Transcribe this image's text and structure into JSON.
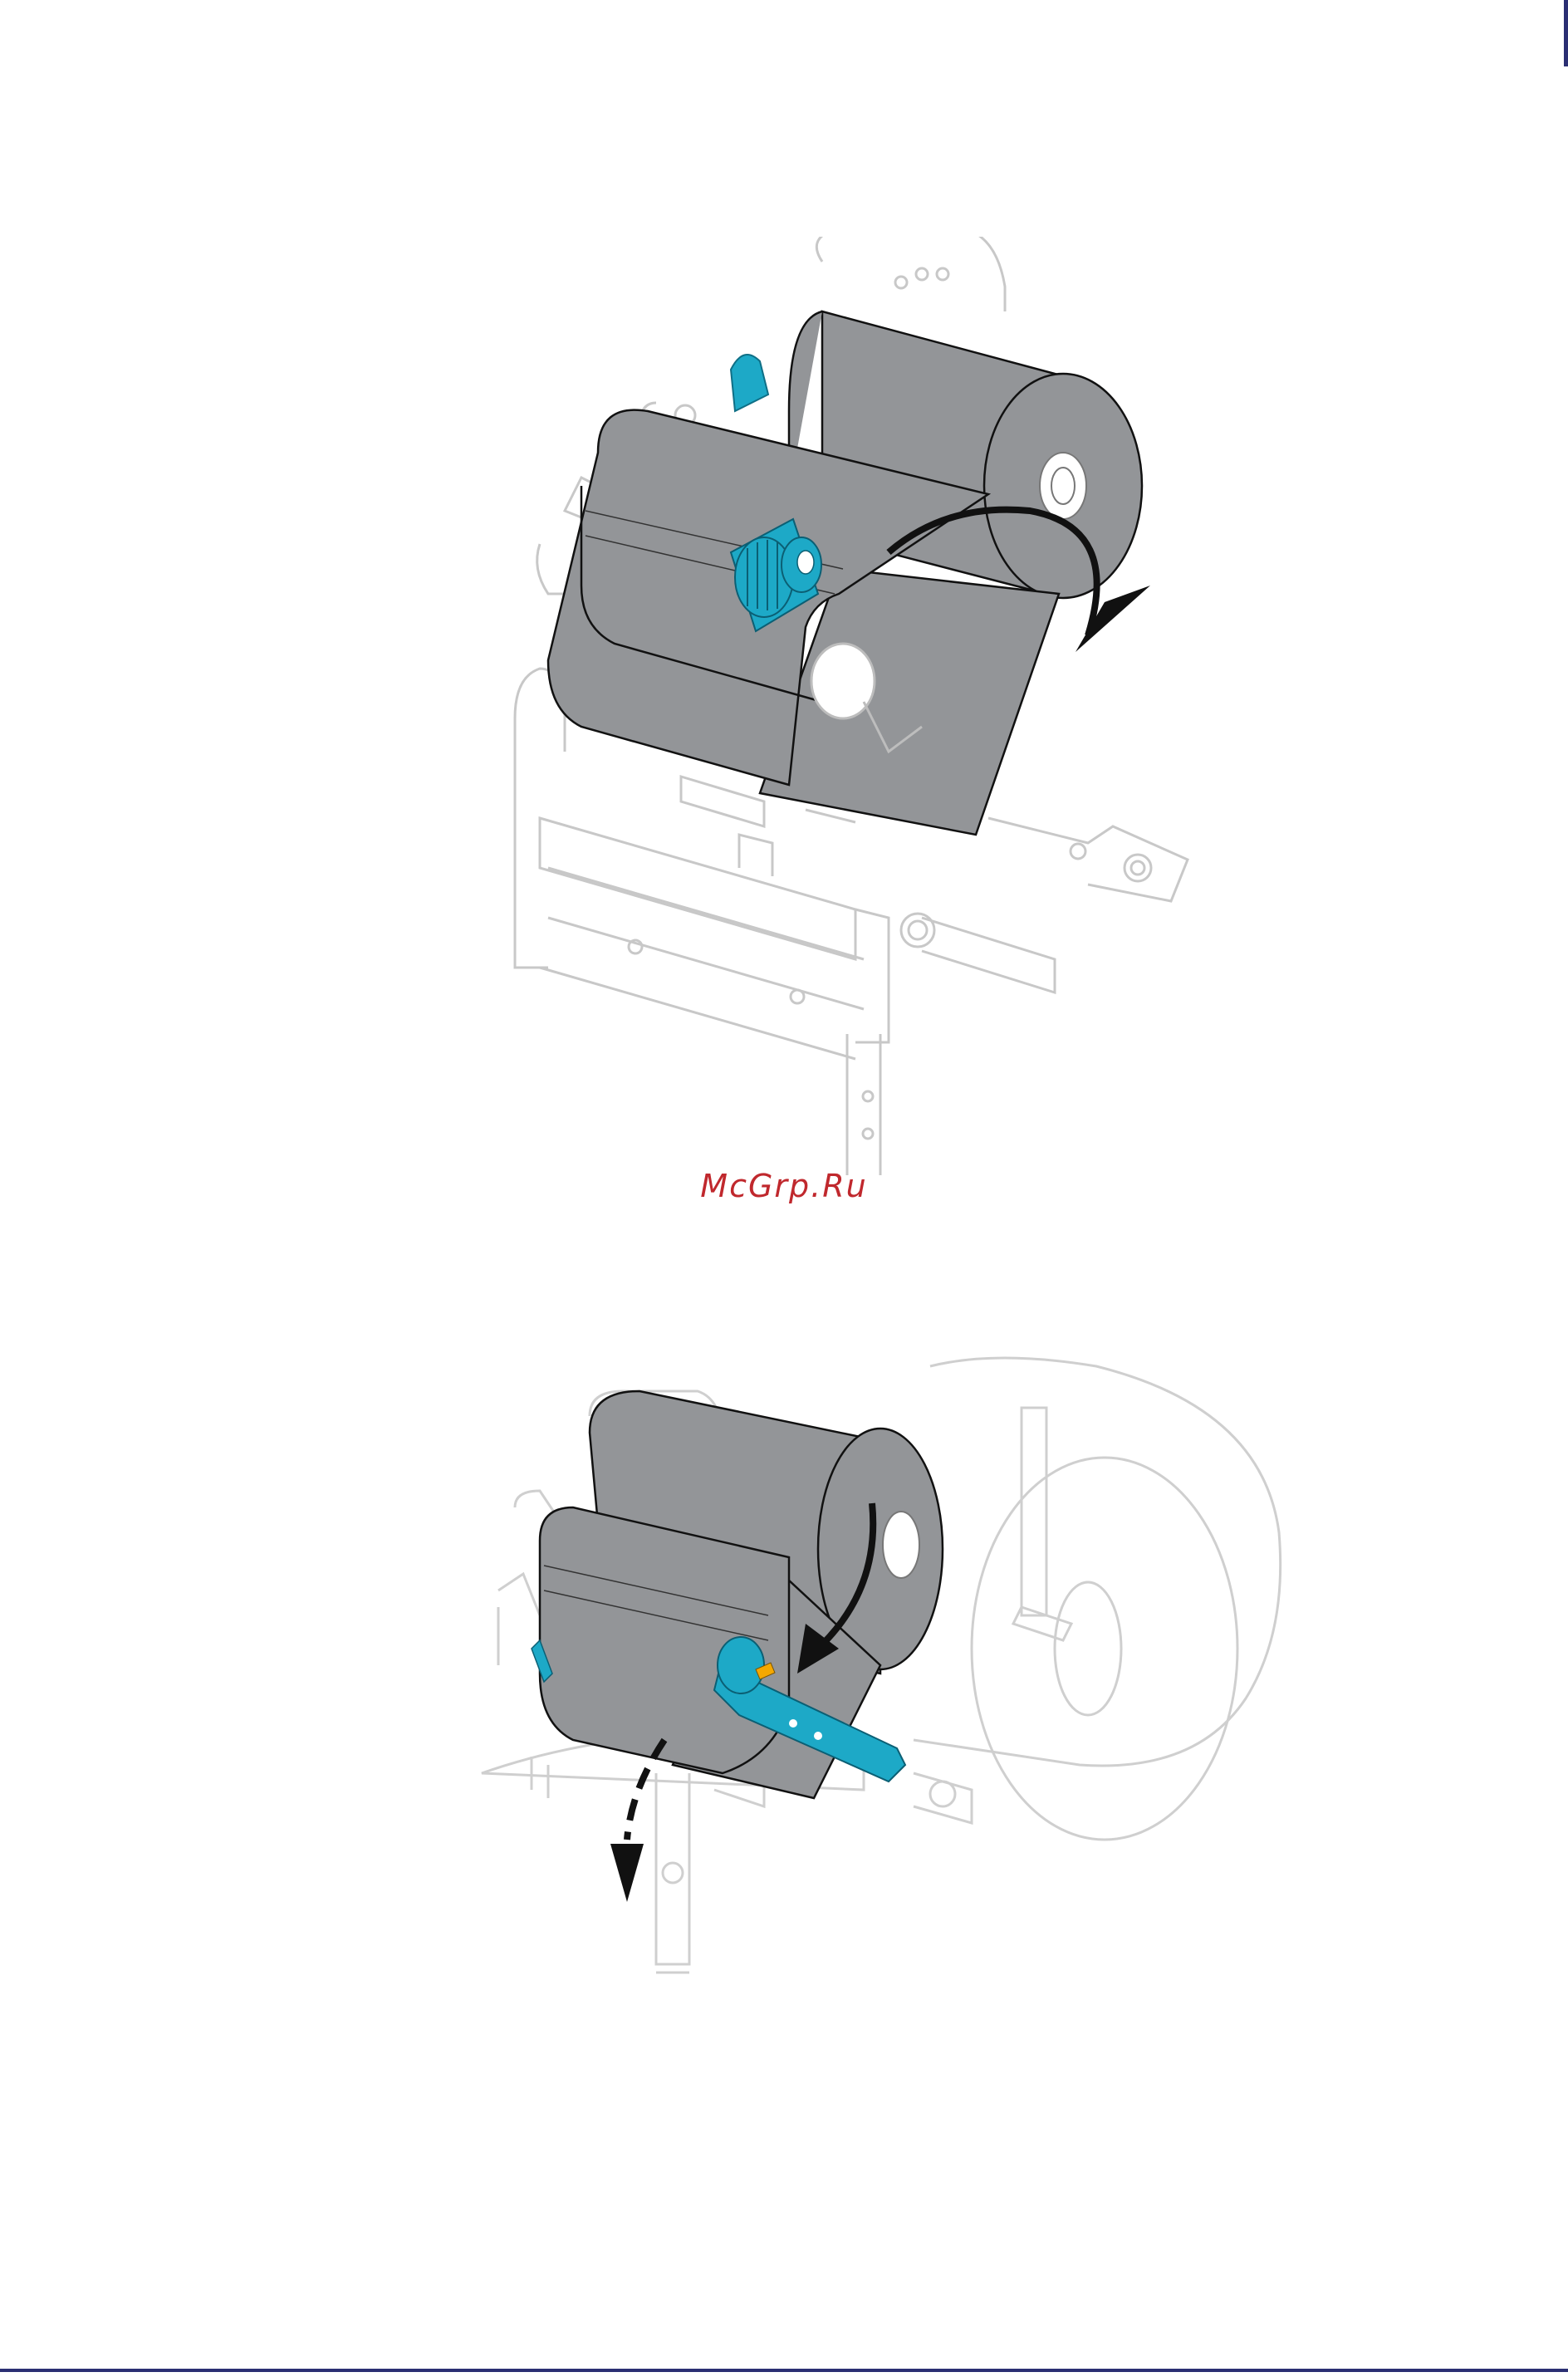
{
  "watermark": {
    "text": "McGrp.Ru"
  },
  "colors": {
    "accent": "#1da9c7",
    "ribbon": "#939598",
    "outline": "#c8c8c8",
    "page_rule": "#2b2f73",
    "watermark": "#c0282d",
    "highlight": "#f5a800"
  },
  "figures": [
    {
      "id": "ribbon-take-up",
      "icon": "ribbon-spindle-rotate-arrow-icon"
    },
    {
      "id": "ribbon-threading",
      "icon": "down-arrow-dashed-icon"
    }
  ]
}
